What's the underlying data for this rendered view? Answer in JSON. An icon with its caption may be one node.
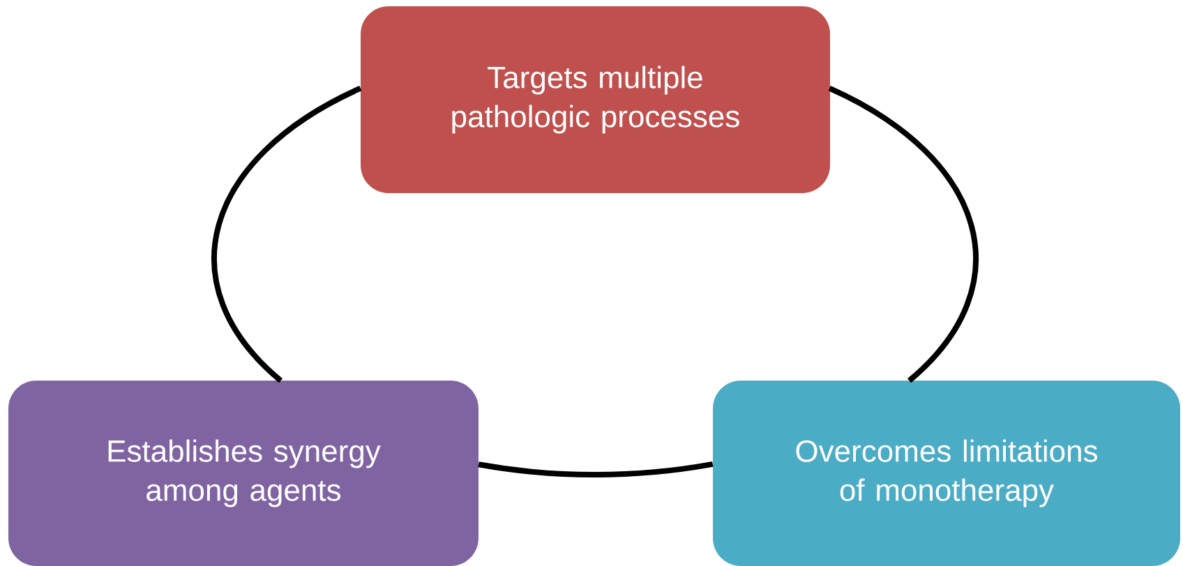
{
  "diagram": {
    "nodes": [
      {
        "text": [
          "Targets multiple pathologic processes"
        ]
      },
      {
        "text": [
          "Establishes synergy among agents"
        ]
      },
      {
        "text": [
          "Overcomes limitations of monotherapy"
        ]
      }
    ],
    "edges": [
      {
        "from": 0,
        "to": 1,
        "arrow": "none"
      },
      {
        "from": 0,
        "to": 2,
        "arrow": "none"
      },
      {
        "from": 1,
        "to": 2,
        "arrow": "none"
      }
    ]
  }
}
